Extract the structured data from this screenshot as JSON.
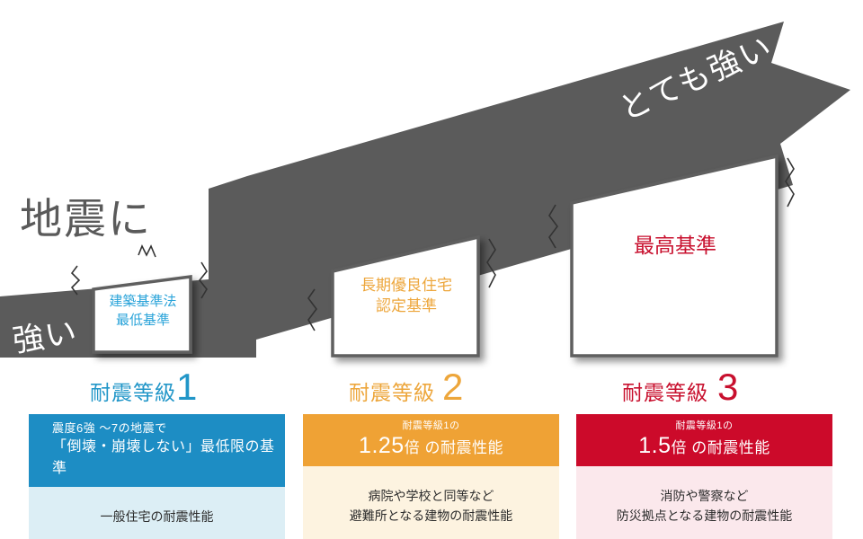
{
  "arrow": {
    "label_left": "強い",
    "label_right": "とても強い",
    "color": "#5b5b5b"
  },
  "heading": {
    "text": "地震に",
    "color": "#5a5a5a"
  },
  "grades": [
    {
      "box_text": "建築基準法\n最低基準",
      "box_text_color": "#29a3d9",
      "grade_word": "耐震等級",
      "grade_number": "1",
      "accent": "#2196c8",
      "panel_head_bg": "#1d8dc4",
      "panel_body_bg": "#dceef5",
      "head_sup": "",
      "head_line1": "震度6強 ～7の地震で",
      "head_line2": "「倒壊・崩壊しない」最低限の基準",
      "head_big": "",
      "head_unit": "",
      "body_text": "一般住宅の耐震性能"
    },
    {
      "box_text": "長期優良住宅\n認定基準",
      "box_text_color": "#eda63b",
      "grade_word": "耐震等級",
      "grade_number": "2",
      "accent": "#eda63b",
      "panel_head_bg": "#efa235",
      "panel_body_bg": "#fdf3e0",
      "head_sup": "耐震等級1の",
      "head_line1": "",
      "head_line2": "",
      "head_big": "1.25",
      "head_unit": "倍 の耐震性能",
      "body_text": "病院や学校と同等など\n避難所となる建物の耐震性能"
    },
    {
      "box_text": "最高基準",
      "box_text_color": "#c8102e",
      "grade_word": "耐震等級",
      "grade_number": "3",
      "accent": "#c8102e",
      "panel_head_bg": "#cc0a2a",
      "panel_body_bg": "#fbe8ec",
      "head_sup": "耐震等級1の",
      "head_line1": "",
      "head_line2": "",
      "head_big": "1.5",
      "head_unit": "倍 の耐震性能",
      "body_text": "消防や警察など\n防災拠点となる建物の耐震性能"
    }
  ]
}
